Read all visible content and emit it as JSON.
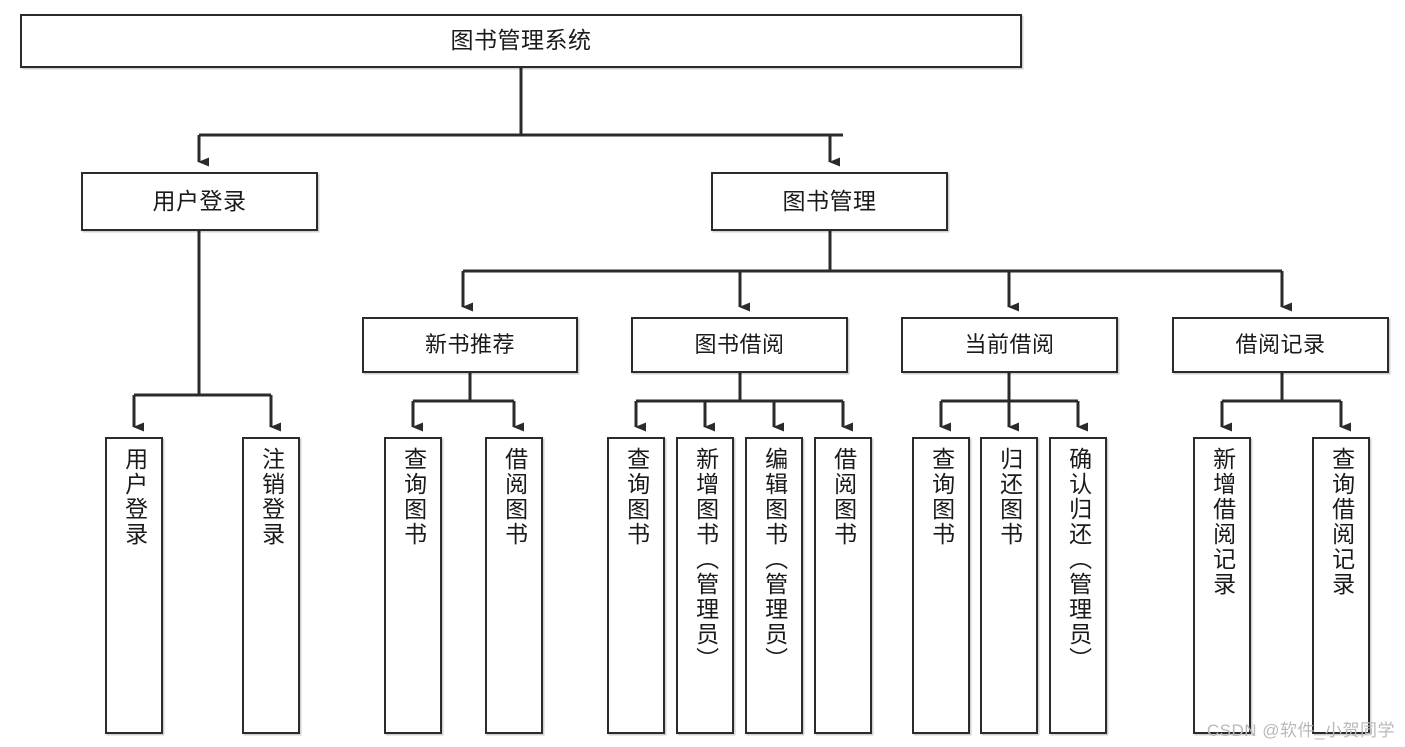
{
  "diagram": {
    "type": "hierarchy-tree",
    "title_node": {
      "id": "root",
      "label": "图书管理系统"
    },
    "level2": [
      {
        "id": "login",
        "label": "用户登录"
      },
      {
        "id": "bookmgmt",
        "label": "图书管理"
      }
    ],
    "level3": [
      {
        "id": "newbook",
        "label": "新书推荐",
        "parent": "bookmgmt"
      },
      {
        "id": "borrow",
        "label": "图书借阅",
        "parent": "bookmgmt"
      },
      {
        "id": "current",
        "label": "当前借阅",
        "parent": "bookmgmt"
      },
      {
        "id": "record",
        "label": "借阅记录",
        "parent": "bookmgmt"
      }
    ],
    "leaves": [
      {
        "id": "leaf-user-login",
        "label": "用户登录",
        "parent": "login"
      },
      {
        "id": "leaf-user-logout",
        "label": "注销登录",
        "parent": "login"
      },
      {
        "id": "leaf-query-book-1",
        "label": "查询图书",
        "parent": "newbook"
      },
      {
        "id": "leaf-borrow-book-1",
        "label": "借阅图书",
        "parent": "newbook"
      },
      {
        "id": "leaf-query-book-2",
        "label": "查询图书",
        "parent": "borrow"
      },
      {
        "id": "leaf-add-book",
        "label": "新增图书（管理员）",
        "parent": "borrow"
      },
      {
        "id": "leaf-edit-book",
        "label": "编辑图书（管理员）",
        "parent": "borrow"
      },
      {
        "id": "leaf-borrow-book-2",
        "label": "借阅图书",
        "parent": "borrow"
      },
      {
        "id": "leaf-query-book-3",
        "label": "查询图书",
        "parent": "current"
      },
      {
        "id": "leaf-return-book",
        "label": "归还图书",
        "parent": "current"
      },
      {
        "id": "leaf-confirm-return",
        "label": "确认归还（管理员）",
        "parent": "current"
      },
      {
        "id": "leaf-add-record",
        "label": "新增借阅记录",
        "parent": "record"
      },
      {
        "id": "leaf-query-record",
        "label": "查询借阅记录",
        "parent": "record"
      }
    ],
    "colors": {
      "stroke": "#2b2b2b",
      "fill": "#ffffff",
      "text": "#1a1a1a",
      "watermark": "#b9b9b9"
    }
  },
  "watermark": {
    "text": "CSDN @软件_小贺同学"
  }
}
